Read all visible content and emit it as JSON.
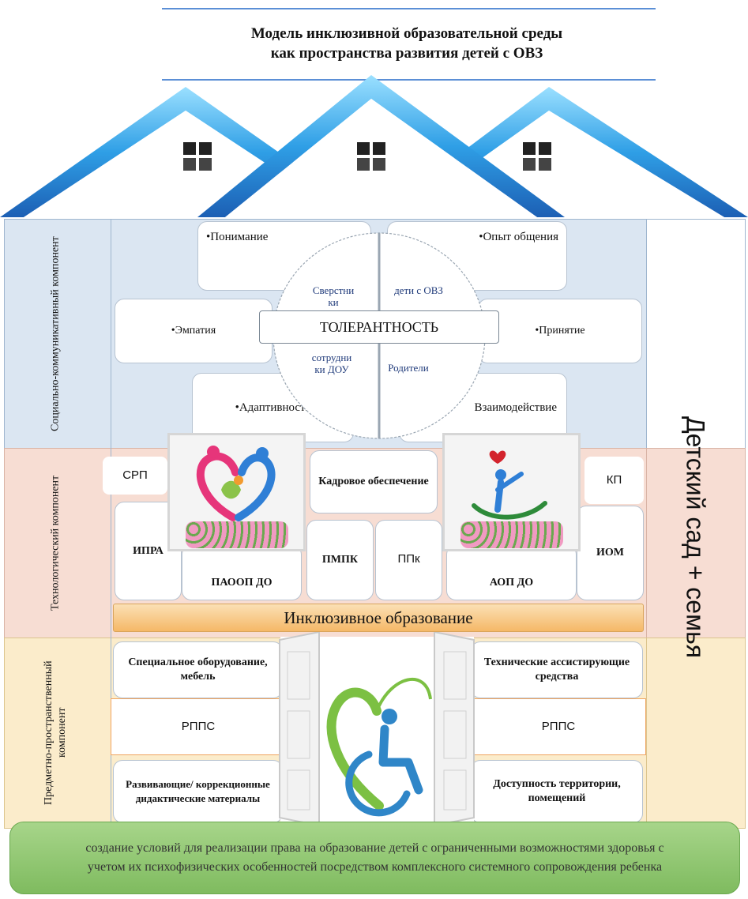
{
  "title_line1": "Модель инклюзивной образовательной среды",
  "title_line2": "как пространства развития детей с ОВЗ",
  "side_right": "Детский сад + семья",
  "social": {
    "label": "Социально-коммуникативный компонент",
    "items": {
      "understanding": "Понимание",
      "experience": "Опыт общения",
      "empathy": "Эмпатия",
      "acceptance": "Принятие",
      "adaptivity": "Адаптивность",
      "interaction": "Взаимодействие"
    },
    "center": "ТОЛЕРАНТНОСТЬ",
    "peers": "Сверстни ки",
    "children": "дети с ОВЗ",
    "staff": "сотрудни ки ДОУ",
    "parents": "Родители"
  },
  "tech": {
    "label": "Технологический компонент",
    "srp": "СРП",
    "ipra": "ИПРА",
    "paoop": "ПАООП ДО",
    "staffing": "Кадровое обеспечение",
    "pmpk": "ПМПК",
    "ppk": "ППк",
    "aop": "АОП ДО",
    "kp": "КП",
    "iom": "ИОМ",
    "inclusive": "Инклюзивное образование"
  },
  "space": {
    "label": "Предметно-пространственный компонент",
    "equipment": "Специальное оборудование, мебель",
    "technical": "Технические ассистирующие средства",
    "rpps_left": "РППС",
    "rpps_right": "РППС",
    "materials": "Развивающие/ коррекционные дидактические материалы",
    "access": "Доступность территории, помещений"
  },
  "footer": "создание условий для реализации права на образование детей с ограниченными возможностями здоровья с учетом их психофизических особенностей посредством комплексного системного сопровождения ребенка",
  "colors": {
    "roof": "#2f7fd6",
    "social_band": "#dbe6f2",
    "tech_band": "#f7ddd3",
    "space_band": "#fbeccb",
    "inclusive_bar": "#f7c98a",
    "footer": "#8dc26c"
  }
}
